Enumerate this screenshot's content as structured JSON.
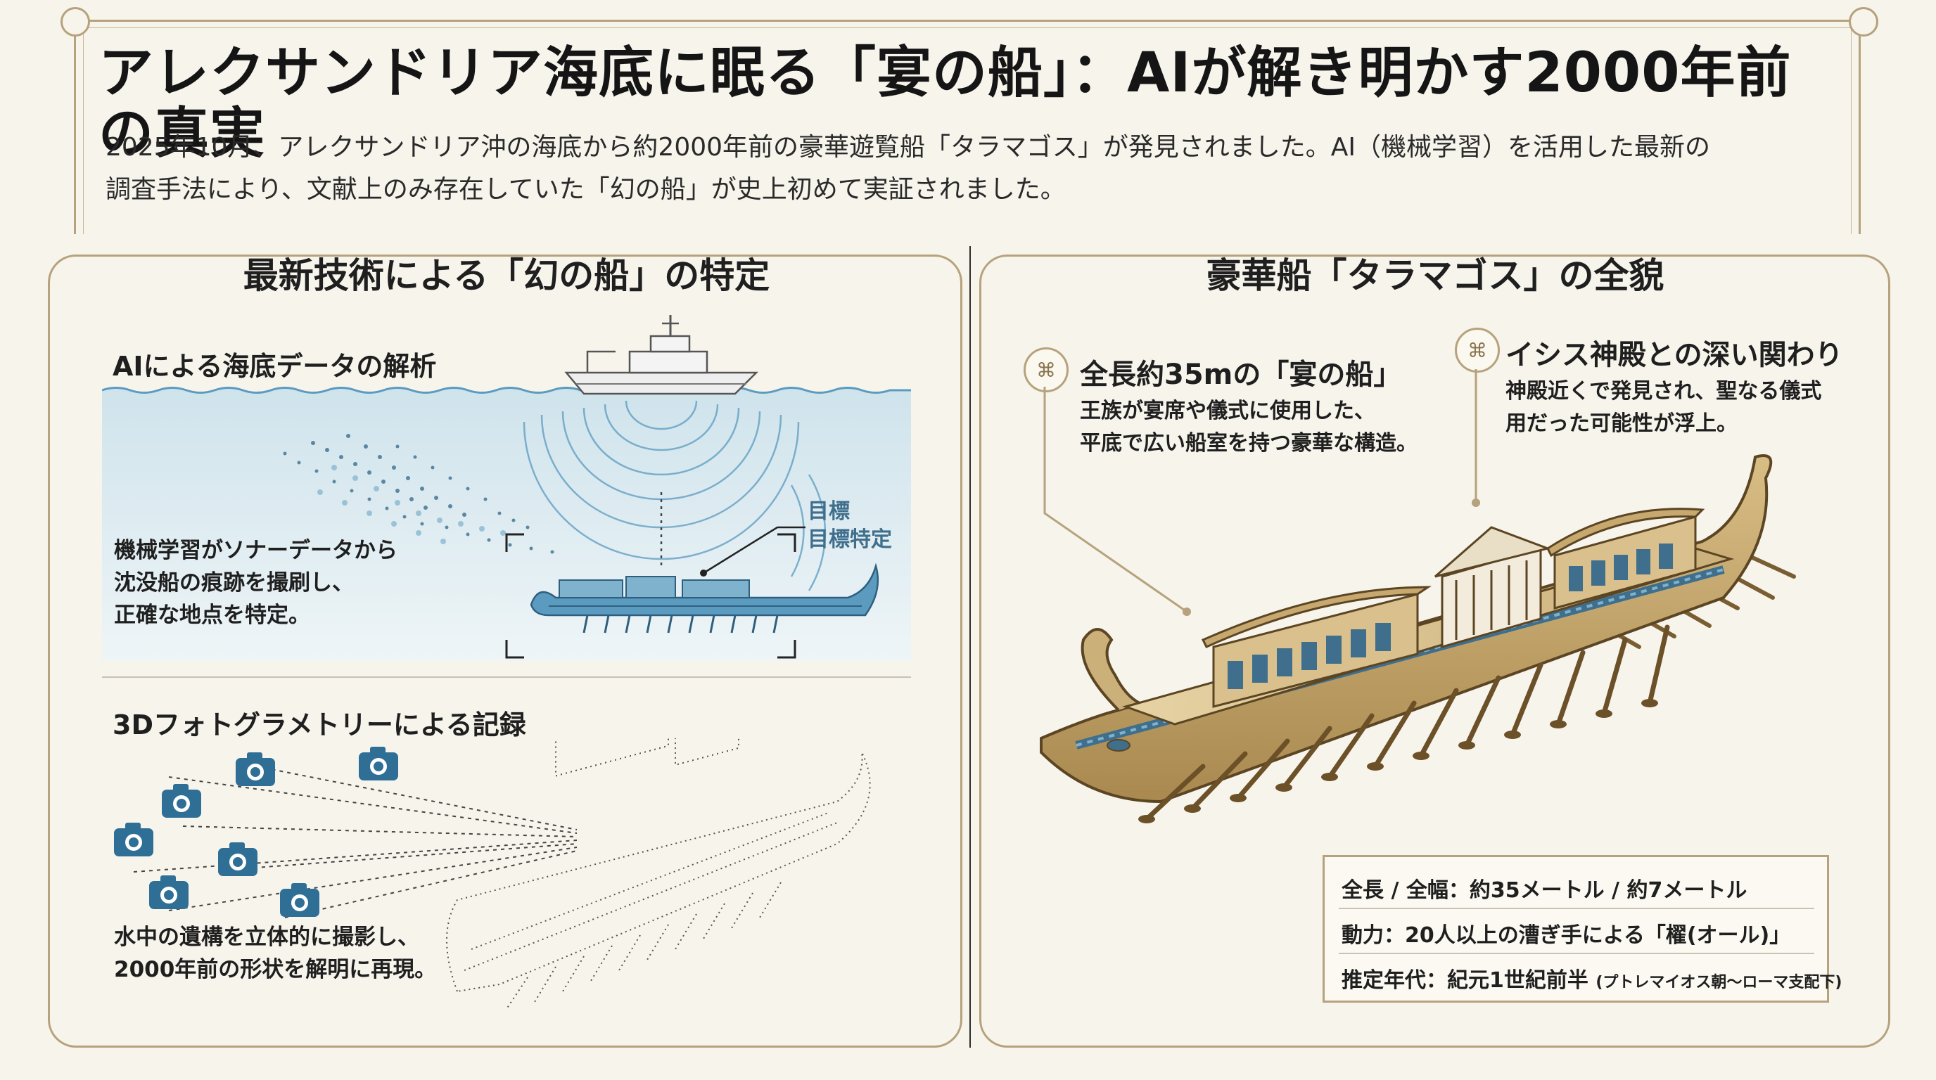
{
  "header": {
    "title": "アレクサンドリア海底に眠る「宴の船」：AIが解き明かす2000年前の真実",
    "intro_line1": "2025年10月、アレクサンドリア沖の海底から約2000年前の豪華遊覧船「タラマゴス」が発見されました。AI（機械学習）を活用した最新の",
    "intro_line2": "調査手法により、文献上のみ存在していた「幻の船」が史上初めて実証されました。"
  },
  "left_panel": {
    "title": "最新技術による「幻の船」の特定",
    "ai_section": {
      "heading": "AIによる海底データの解析",
      "text_lines": [
        "機械学習がソナーデータから",
        "沈没船の痕跡を撮刷し、",
        "正確な地点を特定。"
      ],
      "target_label_1": "目標",
      "target_label_2": "目標特定"
    },
    "photo_section": {
      "heading": "3Dフォトグラメトリーによる記録",
      "text_lines": [
        "水中の遺構を立体的に撮影し、",
        "2000年前の形状を解明に再現。"
      ]
    }
  },
  "right_panel": {
    "title": "豪華船「タラマゴス」の全貌",
    "callout_left": {
      "title": "全長約35mの「宴の船」",
      "text_lines": [
        "王族が宴席や儀式に使用した、",
        "平底で広い船室を持つ豪華な構造。"
      ]
    },
    "callout_right": {
      "title": "イシス神殿との深い関わり",
      "text_lines": [
        "神殿近くで発見され、聖なる儀式",
        "用だった可能性が浮上。"
      ]
    },
    "specs": {
      "row1": "全長 / 全幅：約35メートル / 約7メートル",
      "row2": "動力：20人以上の漕ぎ手による「櫂(オール)」",
      "row3_main": "推定年代：紀元1世紀前半",
      "row3_note": "(プトレマイオス朝〜ローマ支配下)"
    }
  },
  "colors": {
    "gold_frame": "#b6a27c",
    "sea": "#d6e7ee",
    "ship_wood": "#c9ad74",
    "sonar_blue": "#5b9bc0",
    "camera_blue": "#2f6f96"
  },
  "icons": [
    "ship-icon",
    "camera-icon",
    "temple-badge-icon",
    "sonar-icon"
  ]
}
